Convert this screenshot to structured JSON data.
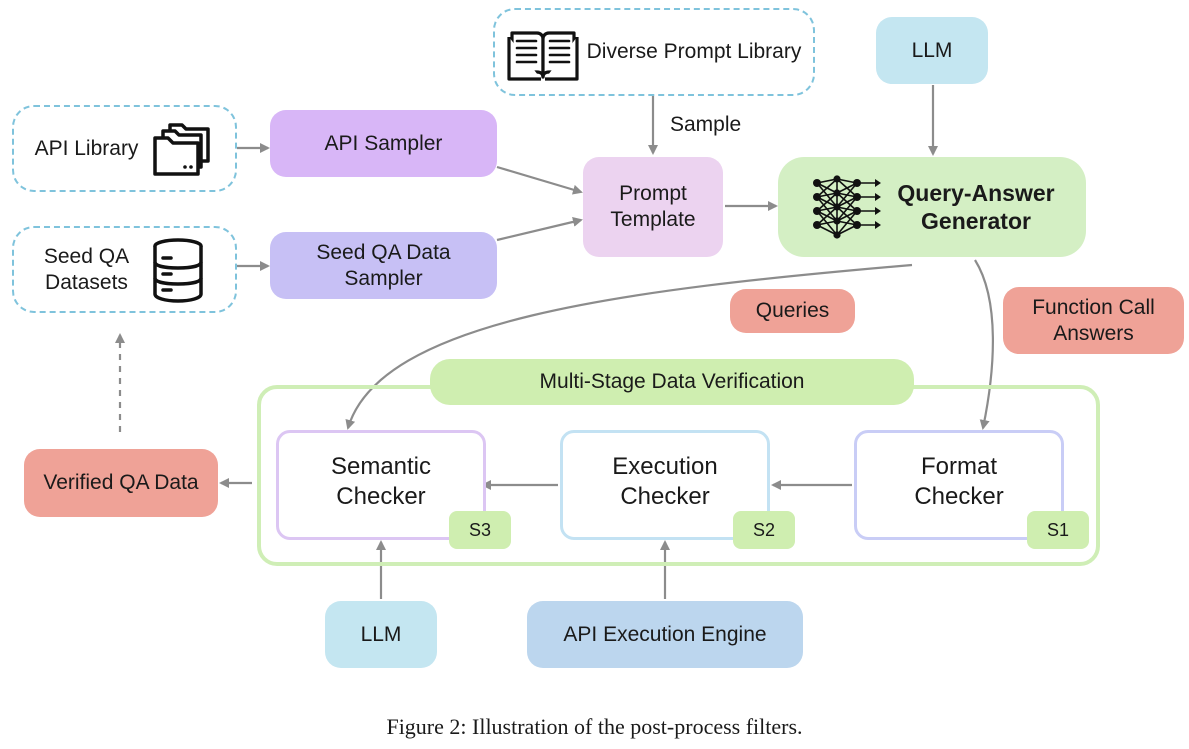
{
  "diagram": {
    "api_library": "API Library",
    "seed_qa_line1": "Seed QA",
    "seed_qa_line2": "Datasets",
    "prompt_library": "Diverse Prompt Library",
    "api_sampler": "API Sampler",
    "seed_sampler_line1": "Seed QA Data",
    "seed_sampler_line2": "Sampler",
    "sample_label": "Sample",
    "prompt_template_line1": "Prompt",
    "prompt_template_line2": "Template",
    "llm_top": "LLM",
    "generator_line1": "Query-Answer",
    "generator_line2": "Generator",
    "queries": "Queries",
    "answers_line1": "Function Call",
    "answers_line2": "Answers",
    "verification_title": "Multi-Stage Data Verification",
    "semantic_line1": "Semantic",
    "semantic_line2": "Checker",
    "execution_line1": "Execution",
    "execution_line2": "Checker",
    "format_line1": "Format",
    "format_line2": "Checker",
    "badge_s1": "S1",
    "badge_s2": "S2",
    "badge_s3": "S3",
    "verified": "Verified QA Data",
    "llm_bottom": "LLM",
    "api_engine": "API Execution Engine"
  },
  "colors": {
    "dashed_border": "#7fc3dc",
    "purple": "#d8b6f7",
    "lavender": "#c7c0f5",
    "pink": "#ecd3f0",
    "green": "#d4efc4",
    "cyan": "#c4e6f1",
    "blue": "#bcd6ee",
    "salmon": "#efa297",
    "arrow": "#8c8c8c",
    "semantic_border": "#dcc6f3",
    "execution_border": "#c3e2f3",
    "format_border": "#c9cdf6"
  },
  "icons": {
    "api_library": "folders-icon",
    "seed_qa": "database-icon",
    "prompt_library": "open-book-icon",
    "generator": "neural-network-icon"
  },
  "caption": "Figure 2: Illustration of the post-process filters."
}
